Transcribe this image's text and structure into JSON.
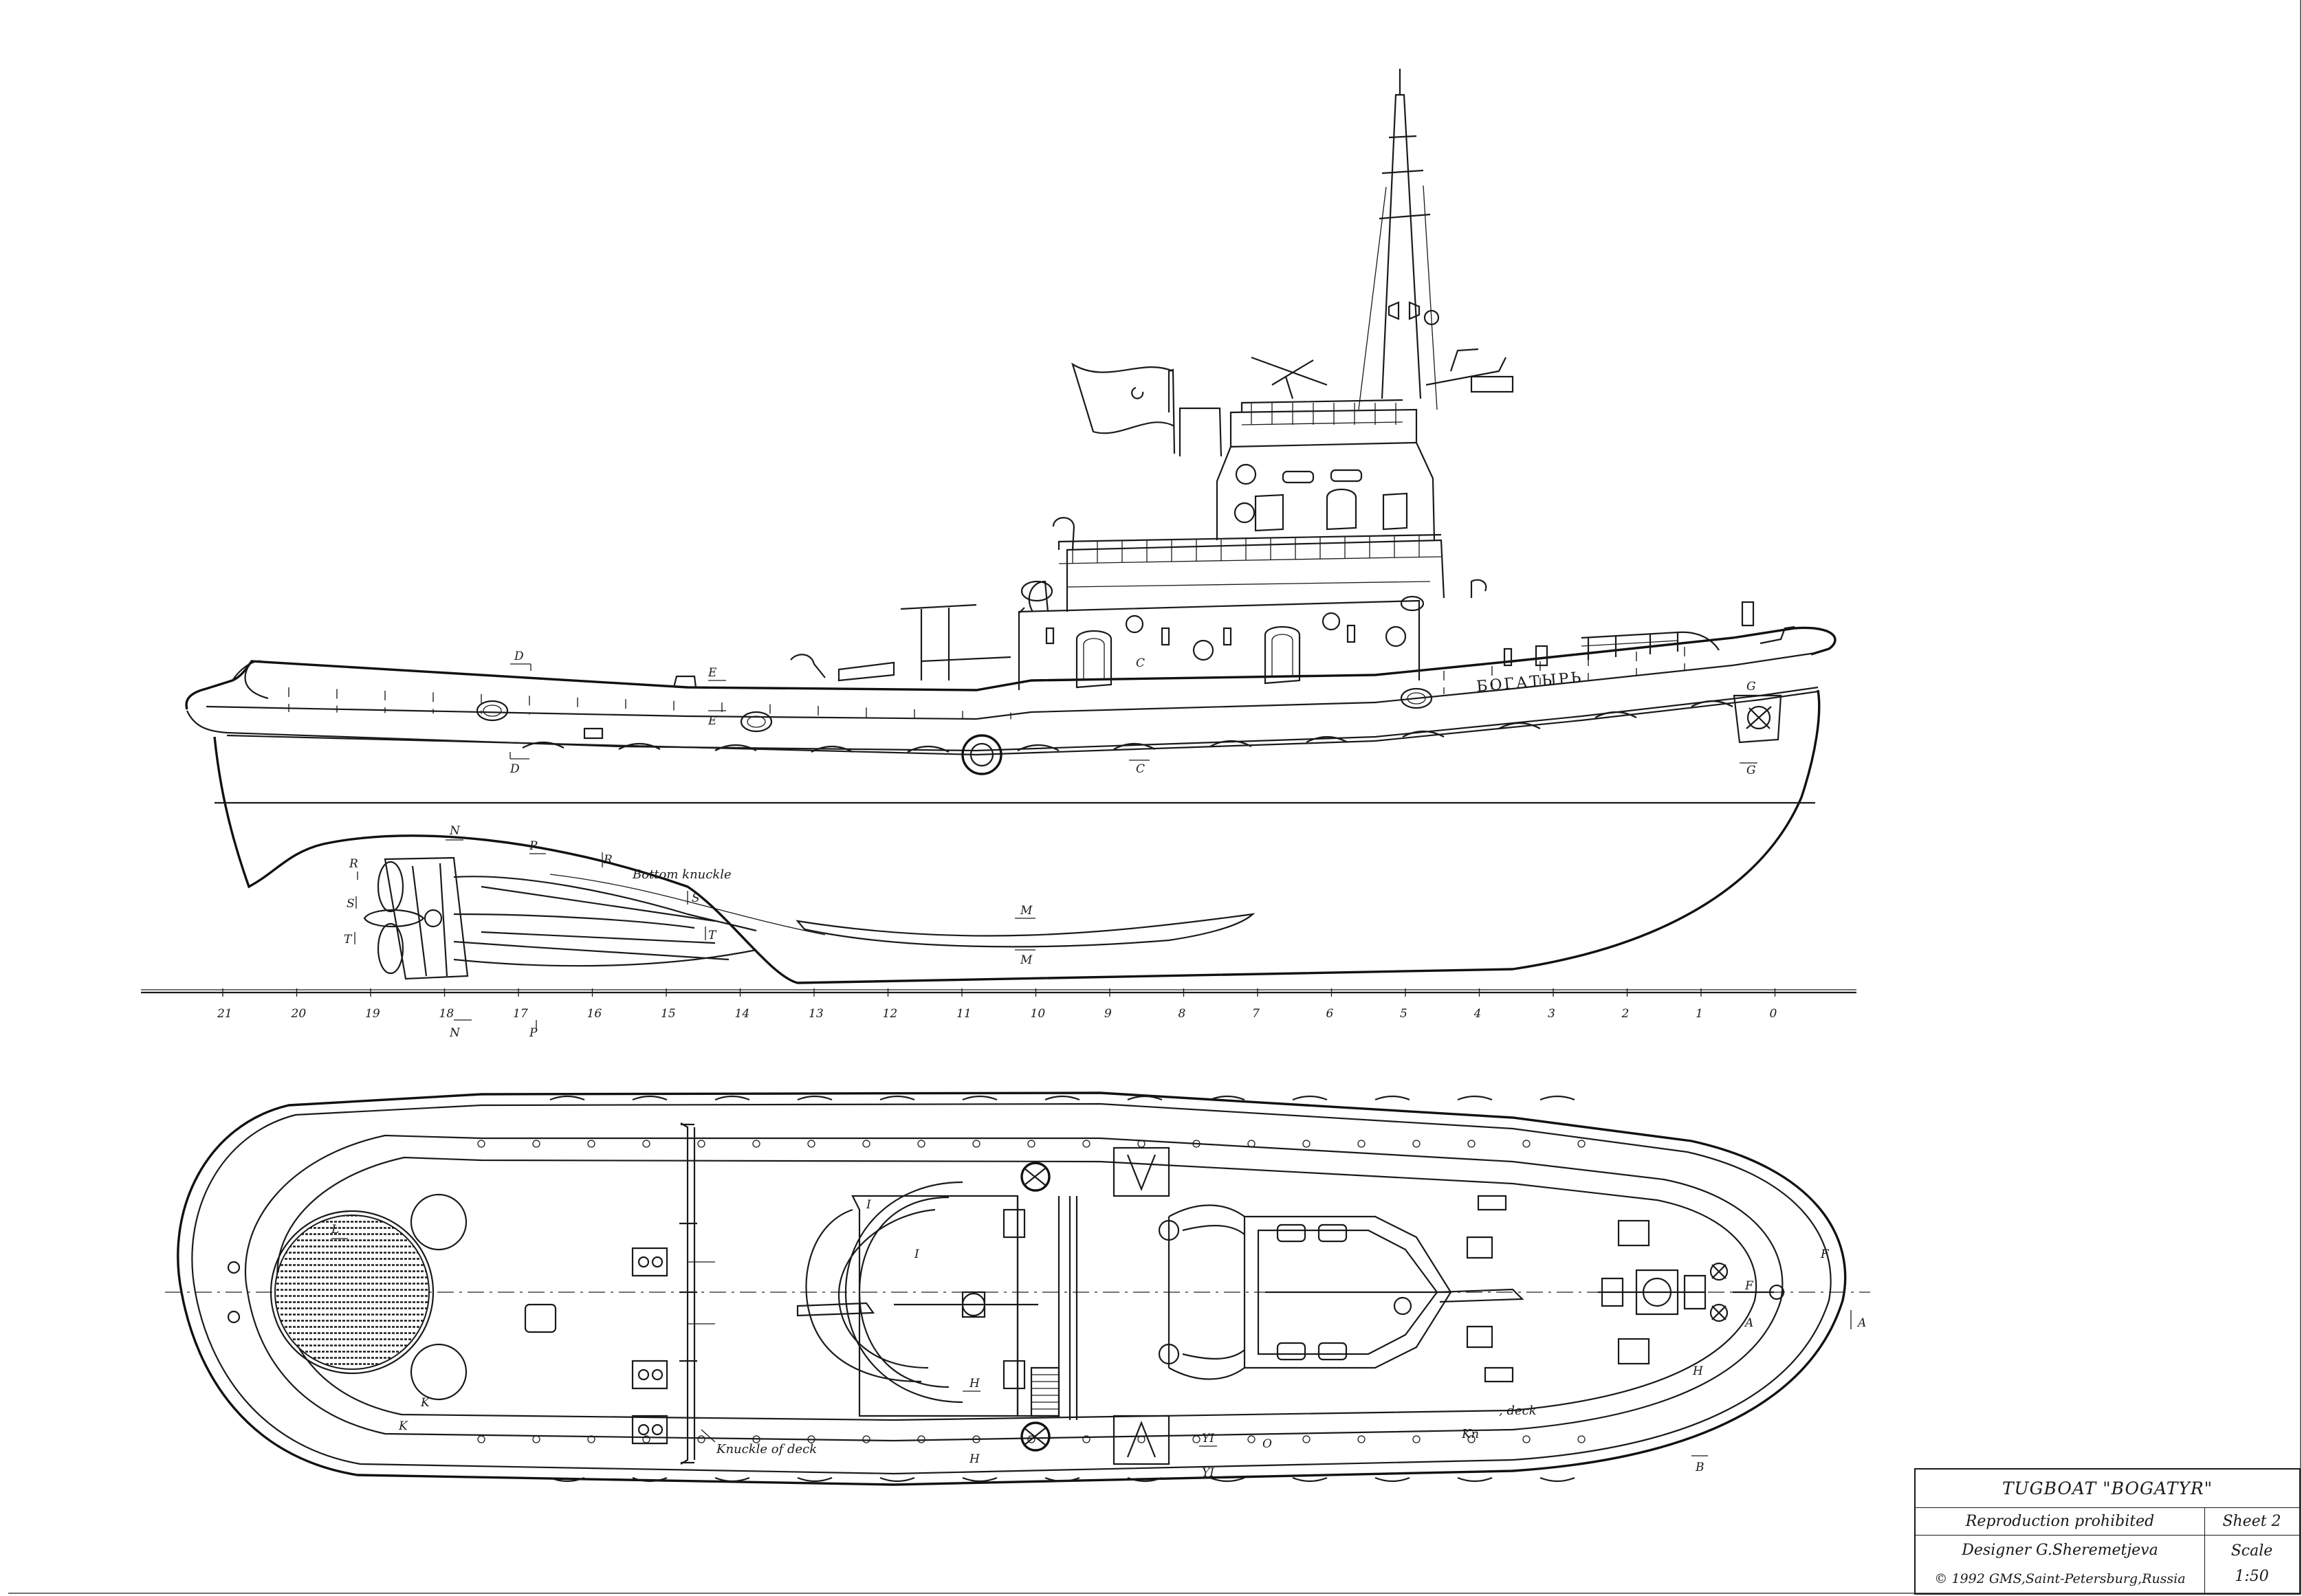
{
  "title_block": {
    "title": "TUGBOAT \"BOGATYR\"",
    "notice": "Reproduction prohibited",
    "designer": "Designer G.Sheremetjeva",
    "copyright": "© 1992 GMS,Saint-Petersburg,Russia",
    "sheet": "Sheet 2",
    "scale_label": "Scale",
    "scale_value": "1:50"
  },
  "profile": {
    "hull_name": "БОГАТЫРЬ",
    "annotation_bottom_knuckle": "Bottom knuckle",
    "frame_numbers": [
      "21",
      "20",
      "19",
      "18",
      "17",
      "16",
      "15",
      "14",
      "13",
      "12",
      "11",
      "10",
      "9",
      "8",
      "7",
      "6",
      "5",
      "4",
      "3",
      "2",
      "1",
      "0"
    ],
    "section_marks": {
      "d": "D",
      "e": "E",
      "c": "C",
      "g": "G",
      "m": "M",
      "n": "N",
      "p": "P",
      "r": "R",
      "s": "S",
      "t": "T"
    }
  },
  "plan": {
    "annotation_knuckle_of_deck": "Knuckle of deck",
    "annotation_knuckle_fwd_a": "Kn",
    "annotation_knuckle_fwd_b": ", deck",
    "section_marks": {
      "l": "L",
      "k": "K",
      "i": "I",
      "h": "H",
      "yi": "YI",
      "b": "B",
      "f": "F",
      "a": "A",
      "o": "O"
    }
  }
}
